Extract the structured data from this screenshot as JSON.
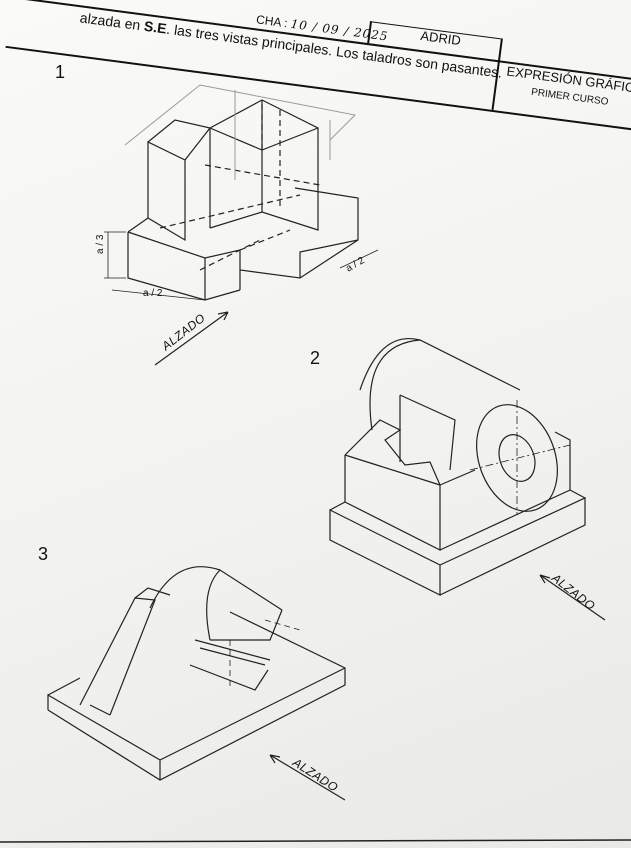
{
  "header": {
    "instruction_prefix": "alzada en ",
    "instruction_bold": "S.E",
    "instruction_suffix": ". las tres vistas principales. Los taladros son pasantes.",
    "date_label": "CHA : ",
    "date_value": "10 / 09 / 2025",
    "school_fragment": "ADRID",
    "subject": "EXPRESIÓN GRÁFICA",
    "course": "PRIMER CURSO"
  },
  "exercises": [
    {
      "number": "1",
      "view_label": "ALZADO",
      "dimensions": [
        "a / 3",
        "a / 2",
        "a / 2"
      ]
    },
    {
      "number": "2",
      "view_label": "ALZADO"
    },
    {
      "number": "3",
      "view_label": "ALZADO"
    }
  ]
}
